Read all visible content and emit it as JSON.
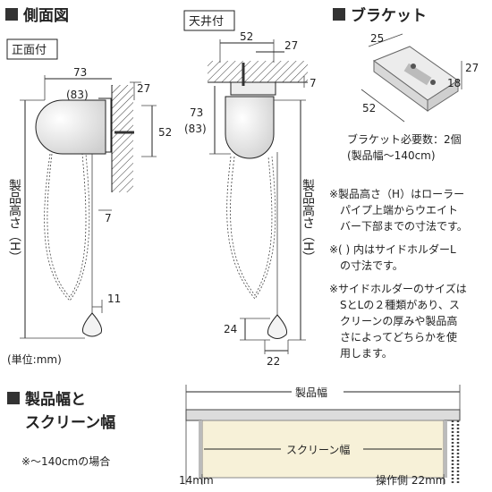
{
  "side_view": {
    "title": "側面図",
    "front_mount_label": "正面付",
    "ceiling_mount_label": "天井付",
    "front": {
      "w73": "73",
      "w83": "(83)",
      "d27": "27",
      "d52": "52",
      "d7": "7",
      "d11": "11"
    },
    "ceiling": {
      "w52": "52",
      "w27": "27",
      "d7": "7",
      "h73": "73",
      "h83": "(83)",
      "d24": "24",
      "d22": "22"
    },
    "height_label": "製品高さ（H）",
    "unit": "(単位:mm)"
  },
  "bracket": {
    "title": "ブラケット",
    "d25": "25",
    "d27": "27",
    "d18": "18",
    "d52": "52",
    "required": "ブラケット必要数：2個",
    "range": "(製品幅〜140cm)"
  },
  "notes": [
    "※製品高さ（H）はローラー",
    "パイプ上端からウエイト",
    "バー下部までの寸法です。",
    "※(  ) 内はサイドホルダーL",
    "の寸法です。",
    "※サイドホルダーのサイズは",
    "SとLの２種類があり、ス",
    "クリーンの厚みや製品高",
    "さによってどちらかを使",
    "用します。"
  ],
  "width_section": {
    "title_line1": "製品幅と",
    "title_line2": "スクリーン幅",
    "note": "※〜140cmの場合",
    "product_width": "製品幅",
    "screen_width": "スクリーン幅",
    "left_margin": "14mm",
    "right_margin": "操作側 22mm"
  },
  "colors": {
    "screen": "#f7f1d8",
    "frame": "#dcdcdc",
    "line": "#222222"
  }
}
